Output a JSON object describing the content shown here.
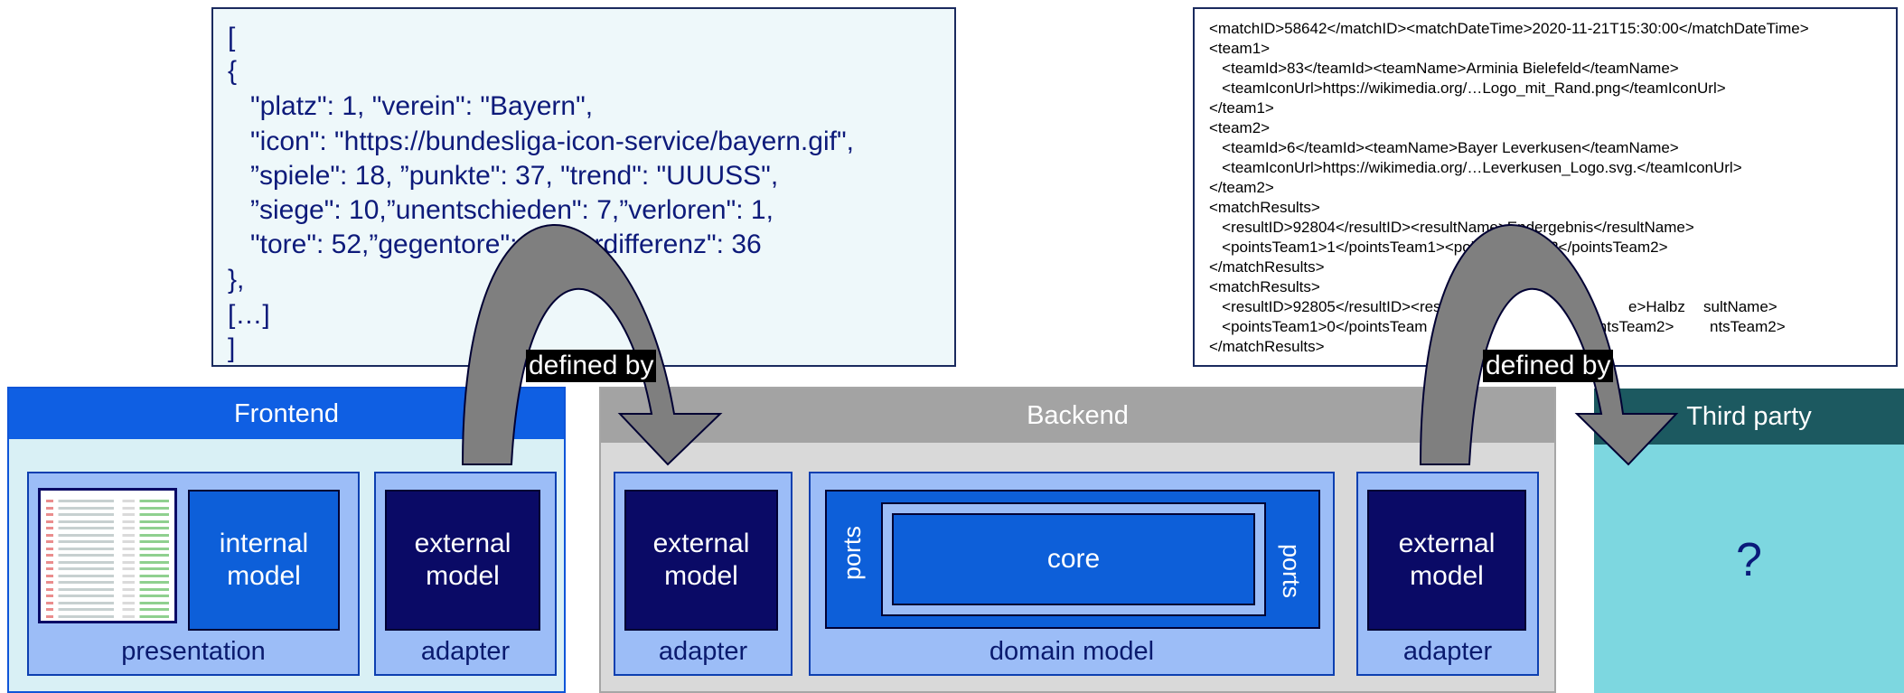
{
  "json_snippet": {
    "lines": [
      "[",
      "{",
      "   \"platz\": 1, \"verein\": \"Bayern\",",
      "   \"icon\": \"https://bundesliga-icon-service/bayern.gif\",",
      "   ”spiele\": 18, ”punkte\": 37, \"trend\": \"UUUSS\",",
      "   ”siege\": 10,”unentschieden\": 7,”verloren\": 1,",
      "   \"tore\": 52,”gegentore\": 16,”tordifferenz\": 36",
      "},",
      "[…]",
      "]"
    ]
  },
  "xml_snippet": {
    "lines": [
      "<matchID>58642</matchID><matchDateTime>2020-11-21T15:30:00</matchDateTime>",
      "<team1>",
      "   <teamId>83</teamId><teamName>Arminia Bielefeld</teamName>",
      "   <teamIconUrl>https://wikimedia.org/…Logo_mit_Rand.png</teamIconUrl>",
      "</team1>",
      "<team2>",
      "   <teamId>6</teamId><teamName>Bayer Leverkusen</teamName>",
      "   <teamIconUrl>https://wikimedia.org/…Leverkusen_Logo.svg.</teamIconUrl>",
      "</team2>",
      "<matchResults>",
      "   <resultID>92804</resultID><resultName>Endergebnis</resultName>",
      "   <pointsTeam1>1</pointsTeam1><pointsTeam2>2</pointsTeam2>",
      "</matchResults>",
      "<matchResults>",
      "   <resultID>92805</resultID><res",
      "   <pointsTeam1>0</pointsTeam",
      "</matchResults>"
    ],
    "fragments": [
      "e>Halbz",
      "sultName>",
      "intsTeam2>",
      "ntsTeam2>"
    ]
  },
  "arrows": {
    "label_left": "defined by",
    "label_right": "defined by"
  },
  "frontend": {
    "title": "Frontend",
    "presentation_label": "presentation",
    "internal_model": "internal model",
    "adapter_box": "external model",
    "adapter_label": "adapter"
  },
  "backend": {
    "title": "Backend",
    "left_box": "external model",
    "left_adapter_label": "adapter",
    "domain_label": "domain model",
    "core_label": "core",
    "ports_left": "ports",
    "ports_right": "ports",
    "right_box": "external model",
    "right_adapter_label": "adapter"
  },
  "third_party": {
    "title": "Third party",
    "content": "?"
  }
}
